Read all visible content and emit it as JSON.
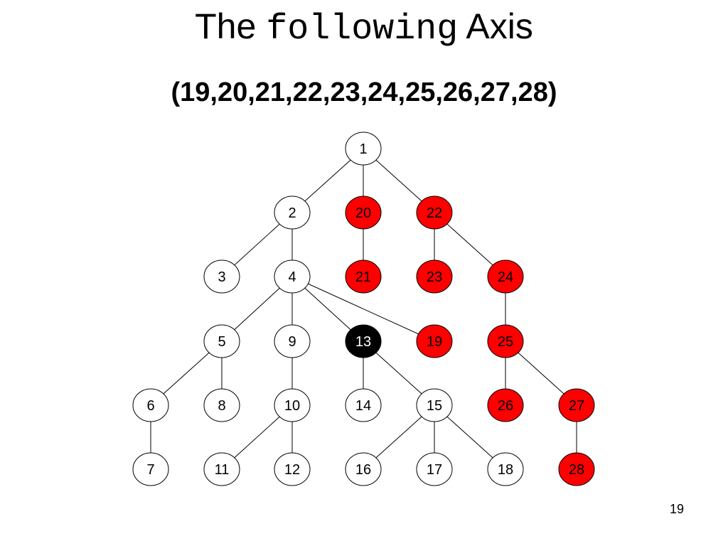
{
  "slide": {
    "title_prefix": "The",
    "title_code": "following",
    "title_suffix": "Axis",
    "subtitle": "(19,20,21,22,23,24,25,26,27,28)",
    "page_number": "19"
  },
  "colors": {
    "context": "#000000",
    "following": "#ff0000",
    "normal": "#ffffff",
    "outline": "#000000"
  },
  "tree": {
    "nodes": [
      {
        "id": "1",
        "label": "1",
        "state": "normal"
      },
      {
        "id": "2",
        "label": "2",
        "state": "normal"
      },
      {
        "id": "3",
        "label": "3",
        "state": "normal"
      },
      {
        "id": "4",
        "label": "4",
        "state": "normal"
      },
      {
        "id": "5",
        "label": "5",
        "state": "normal"
      },
      {
        "id": "6",
        "label": "6",
        "state": "normal"
      },
      {
        "id": "7",
        "label": "7",
        "state": "normal"
      },
      {
        "id": "8",
        "label": "8",
        "state": "normal"
      },
      {
        "id": "9",
        "label": "9",
        "state": "normal"
      },
      {
        "id": "10",
        "label": "10",
        "state": "normal"
      },
      {
        "id": "11",
        "label": "11",
        "state": "normal"
      },
      {
        "id": "12",
        "label": "12",
        "state": "normal"
      },
      {
        "id": "13",
        "label": "13",
        "state": "context"
      },
      {
        "id": "14",
        "label": "14",
        "state": "normal"
      },
      {
        "id": "15",
        "label": "15",
        "state": "normal"
      },
      {
        "id": "16",
        "label": "16",
        "state": "normal"
      },
      {
        "id": "17",
        "label": "17",
        "state": "normal"
      },
      {
        "id": "18",
        "label": "18",
        "state": "normal"
      },
      {
        "id": "19",
        "label": "19",
        "state": "following"
      },
      {
        "id": "20",
        "label": "20",
        "state": "following"
      },
      {
        "id": "21",
        "label": "21",
        "state": "following"
      },
      {
        "id": "22",
        "label": "22",
        "state": "following"
      },
      {
        "id": "23",
        "label": "23",
        "state": "following"
      },
      {
        "id": "24",
        "label": "24",
        "state": "following"
      },
      {
        "id": "25",
        "label": "25",
        "state": "following"
      },
      {
        "id": "26",
        "label": "26",
        "state": "following"
      },
      {
        "id": "27",
        "label": "27",
        "state": "following"
      },
      {
        "id": "28",
        "label": "28",
        "state": "following"
      }
    ],
    "edges": [
      [
        "1",
        "2"
      ],
      [
        "1",
        "20"
      ],
      [
        "1",
        "22"
      ],
      [
        "2",
        "3"
      ],
      [
        "2",
        "4"
      ],
      [
        "20",
        "21"
      ],
      [
        "22",
        "23"
      ],
      [
        "22",
        "24"
      ],
      [
        "4",
        "5"
      ],
      [
        "4",
        "9"
      ],
      [
        "4",
        "13"
      ],
      [
        "4",
        "19"
      ],
      [
        "24",
        "25"
      ],
      [
        "5",
        "6"
      ],
      [
        "5",
        "8"
      ],
      [
        "9",
        "10"
      ],
      [
        "13",
        "14"
      ],
      [
        "13",
        "15"
      ],
      [
        "25",
        "26"
      ],
      [
        "25",
        "27"
      ],
      [
        "6",
        "7"
      ],
      [
        "10",
        "11"
      ],
      [
        "10",
        "12"
      ],
      [
        "15",
        "16"
      ],
      [
        "15",
        "17"
      ],
      [
        "15",
        "18"
      ],
      [
        "27",
        "28"
      ]
    ]
  }
}
